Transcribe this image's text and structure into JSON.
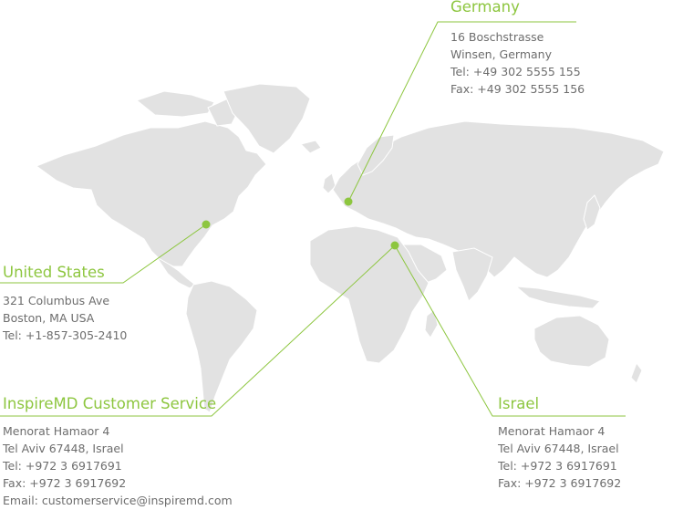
{
  "colors": {
    "accent": "#8dc63f",
    "land": "#e2e2e2",
    "text": "#6d6d6d"
  },
  "offices": {
    "germany": {
      "title": "Germany",
      "lines": [
        "16 Boschstrasse",
        "Winsen, Germany",
        "Tel: +49 302 5555 155",
        "Fax: +49 302 5555 156"
      ]
    },
    "united_states": {
      "title": "United States",
      "lines": [
        "321 Columbus Ave",
        "Boston, MA USA",
        "Tel: +1-857-305-2410"
      ]
    },
    "customer_service": {
      "title": "InspireMD Customer Service",
      "lines": [
        "Menorat Hamaor 4",
        "Tel Aviv 67448, Israel",
        "Tel: +972 3 6917691",
        "Fax: +972 3 6917692",
        "Email: customerservice@inspiremd.com"
      ]
    },
    "israel": {
      "title": "Israel",
      "lines": [
        "Menorat Hamaor 4",
        "Tel Aviv 67448, Israel",
        "Tel: +972 3 6917691",
        "Fax: +972 3 6917692"
      ]
    }
  }
}
